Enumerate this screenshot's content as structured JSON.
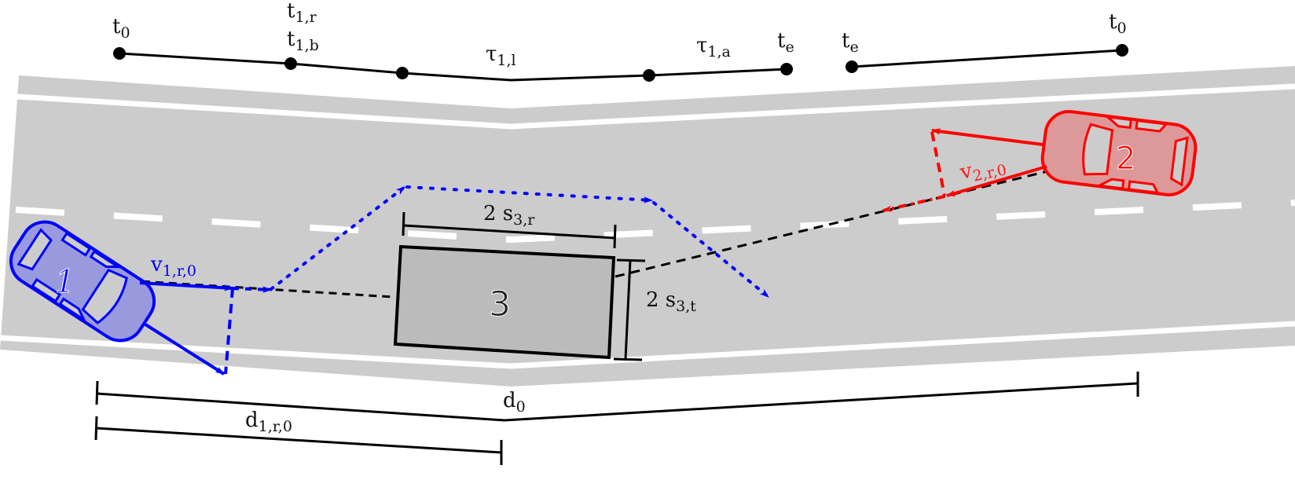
{
  "diagram": {
    "type": "overtaking-maneuver-scene",
    "colors": {
      "road": "#cccccc",
      "lane_marking": "#ffffff",
      "obstacle_fill": "#bbbbbb",
      "vehicle_1": "#0000ff",
      "vehicle_1_fill": "#9999dd",
      "vehicle_2": "#ff0000",
      "vehicle_2_fill": "#dd9999",
      "annotation": "#000000"
    },
    "timeline_left": {
      "points": [
        {
          "label": "t",
          "sub": "0"
        },
        {
          "label": "t",
          "sub": "1,r",
          "label2": "t",
          "sub2": "1,b"
        },
        {
          "label": "",
          "sub": ""
        },
        {
          "label": "τ",
          "sub": "1,l"
        },
        {
          "label": "τ",
          "sub": "1,a"
        },
        {
          "label": "t",
          "sub": "e"
        }
      ]
    },
    "timeline_right": {
      "points": [
        {
          "label": "t",
          "sub": "e"
        },
        {
          "label": "t",
          "sub": "0"
        }
      ]
    },
    "vehicles": [
      {
        "id": "1",
        "label": "1",
        "velocity_label": "v",
        "velocity_sub": "1,r,0",
        "color": "blue"
      },
      {
        "id": "2",
        "label": "2",
        "velocity_label": "v",
        "velocity_sub": "2,r,0",
        "color": "red"
      }
    ],
    "obstacle": {
      "label": "3",
      "width_label": "2 s",
      "width_sub": "3,r",
      "height_label": "2 s",
      "height_sub": "3,t"
    },
    "distances": [
      {
        "label": "d",
        "sub": "0"
      },
      {
        "label": "d",
        "sub": "1,r,0"
      }
    ]
  }
}
